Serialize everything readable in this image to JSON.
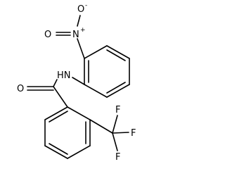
{
  "molecule": {
    "labels": {
      "nitro_o_top": "O",
      "nitro_o_top_charge": "-",
      "nitro_o_left": "O",
      "nitro_n": "N",
      "nitro_n_charge": "+",
      "amide_nh": "HN",
      "carbonyl_o": "O",
      "f_top": "F",
      "f_right": "F",
      "f_bottom": "F"
    }
  }
}
